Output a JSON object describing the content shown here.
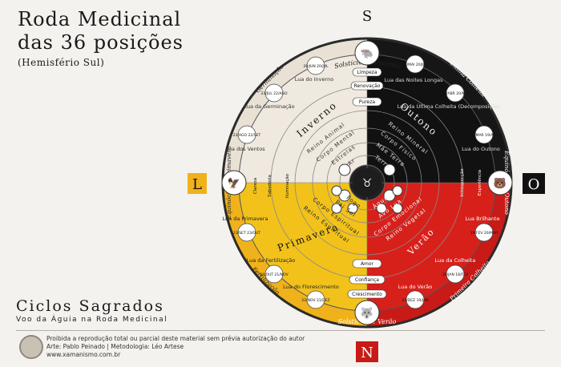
{
  "title": {
    "line1": "Roda Medicinal",
    "line2": "das 36 posições",
    "line3": "(Hemisfério Sul)"
  },
  "brand": {
    "name": "Ciclos Sagrados",
    "tagline": "Voo da Águia na Roda Medicinal"
  },
  "footer": {
    "notice": "Proibida a reprodução total ou parcial deste material sem prévia autorização do autor",
    "credits": "Arte: Pablo Peinado | Metodologia: Léo Artese",
    "url": "www.xamanismo.com.br"
  },
  "directions": {
    "north_top": "S",
    "south_bottom": "N",
    "east_left": "L",
    "west_right": "O"
  },
  "outer_labels": {
    "top": "Solstício de Inverno",
    "top_left": "Germinação",
    "top_right": "Última Colheita",
    "left": "Equinócio de Primavera",
    "right": "Equinócio de Outono",
    "bottom_left": "Fertilização",
    "bottom_right": "Primeira Colheita",
    "bottom": "Solstício de Verão"
  },
  "quadrants": {
    "inverno": {
      "name": "Inverno",
      "attrs": [
        "Reino Animal",
        "Corpo Mental",
        "Estrelas",
        "Ar"
      ]
    },
    "outono": {
      "name": "Outono",
      "attrs": [
        "Reino Mineral",
        "Corpo Físico",
        "Mãe Terra",
        "Terra"
      ]
    },
    "primavera": {
      "name": "Primavera",
      "attrs": [
        "Fogo",
        "Pai Sol",
        "Corpo Espiritual",
        "Reino Espiritual"
      ]
    },
    "verao": {
      "name": "Verão",
      "attrs": [
        "Água",
        "Avó Lua",
        "Corpo Emocional",
        "Reino Vegetal"
      ]
    }
  },
  "moons": [
    {
      "name": "Lua do Inverno",
      "date": "20/JUN 20/JUL"
    },
    {
      "name": "Lua da Germinação",
      "date": "23/JUL 22/AGO"
    },
    {
      "name": "Lua dos Ventos",
      "date": "23/AGO 22/SET"
    },
    {
      "name": "Lua das Noites Longas",
      "date": "21/MAI 20/JUN"
    },
    {
      "name": "Lua da Última Colheita (Decomposição)",
      "date": "20/ABR 20/MAI"
    },
    {
      "name": "Lua do Outono",
      "date": "21/MAR 19/ABR"
    },
    {
      "name": "Lua da Primavera",
      "date": "23/SET 23/OUT"
    },
    {
      "name": "Lua da Fertilização",
      "date": "24/OUT 21/NOV"
    },
    {
      "name": "Lua do Florescimento",
      "date": "22/NOV 21/DEZ"
    },
    {
      "name": "Lua Brilhante",
      "date": "19/FEV 20/MAR"
    },
    {
      "name": "Lua da Colheita",
      "date": "20/JAN 18/FEV"
    },
    {
      "name": "Lua do Verão",
      "date": "22/DEZ 19/JAN"
    }
  ],
  "spokes": {
    "north": [
      "Limpeza",
      "Renovação",
      "Pureza"
    ],
    "south": [
      "Amor",
      "Confiança",
      "Crescimento"
    ],
    "east": [
      "Clareza",
      "Sabedoria",
      "Iluminação"
    ],
    "west": [
      "Introspecção",
      "Experiência"
    ]
  },
  "colors": {
    "inverno": "#efe9df",
    "outono": "#111111",
    "primavera": "#f2c21b",
    "verao": "#d8201b"
  }
}
